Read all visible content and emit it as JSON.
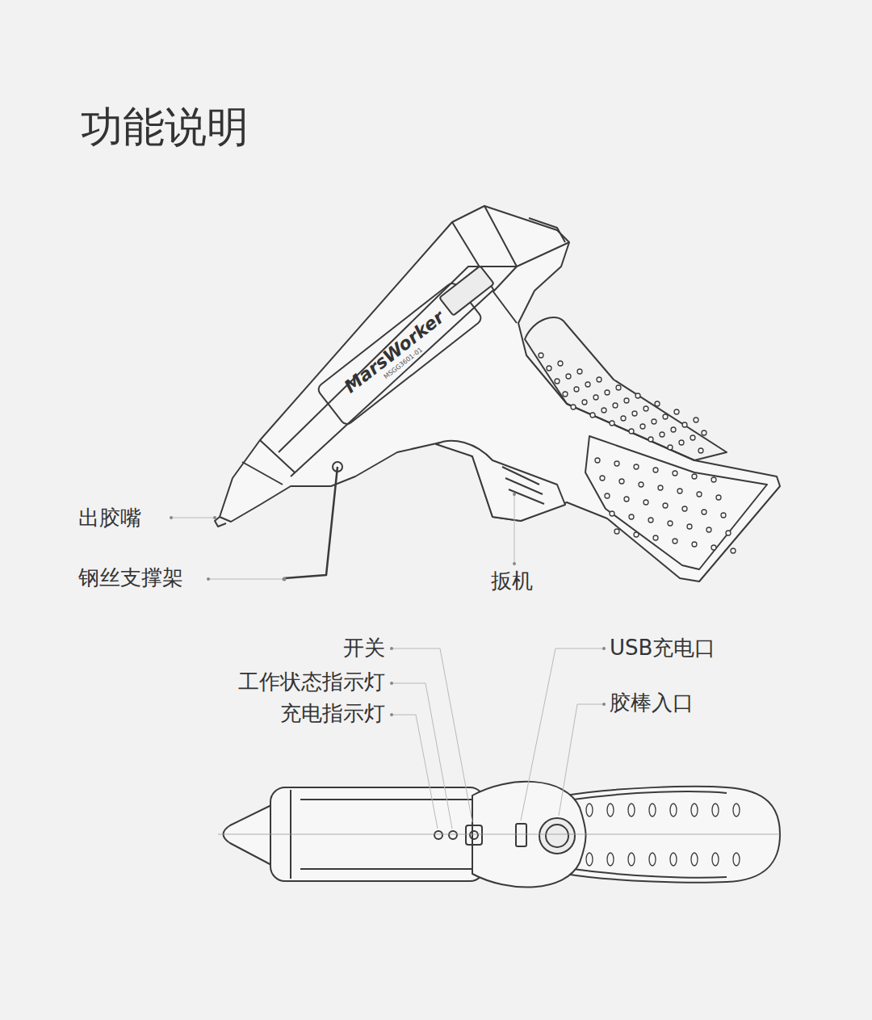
{
  "diagram": {
    "title": "功能说明",
    "labels": [
      "出胶嘴",
      "钢丝支撑架",
      "扳机",
      "开关",
      "工作状态指示灯",
      "充电指示灯",
      "USB充电口",
      "胶棒入口",
      "MarsWorker",
      "MSGG3601-01"
    ]
  }
}
